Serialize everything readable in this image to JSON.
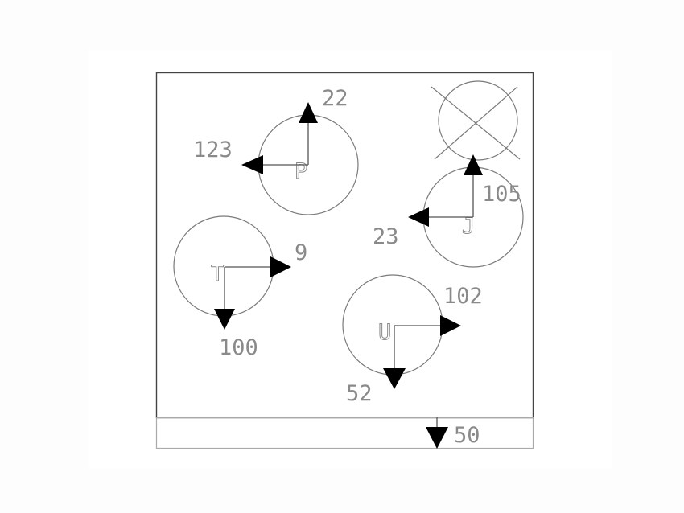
{
  "diagram": {
    "title": "",
    "zones": [
      {
        "letter": "P",
        "dim_vertical": "22",
        "dim_horizontal": "123"
      },
      {
        "letter": "J",
        "dim_vertical": "105",
        "dim_horizontal": "23"
      },
      {
        "letter": "T",
        "dim_vertical": "100",
        "dim_horizontal": "9"
      },
      {
        "letter": "U",
        "dim_vertical": "52",
        "dim_horizontal": "102"
      }
    ],
    "crossed_zone": "x-circle",
    "bottom_dim": "50"
  }
}
